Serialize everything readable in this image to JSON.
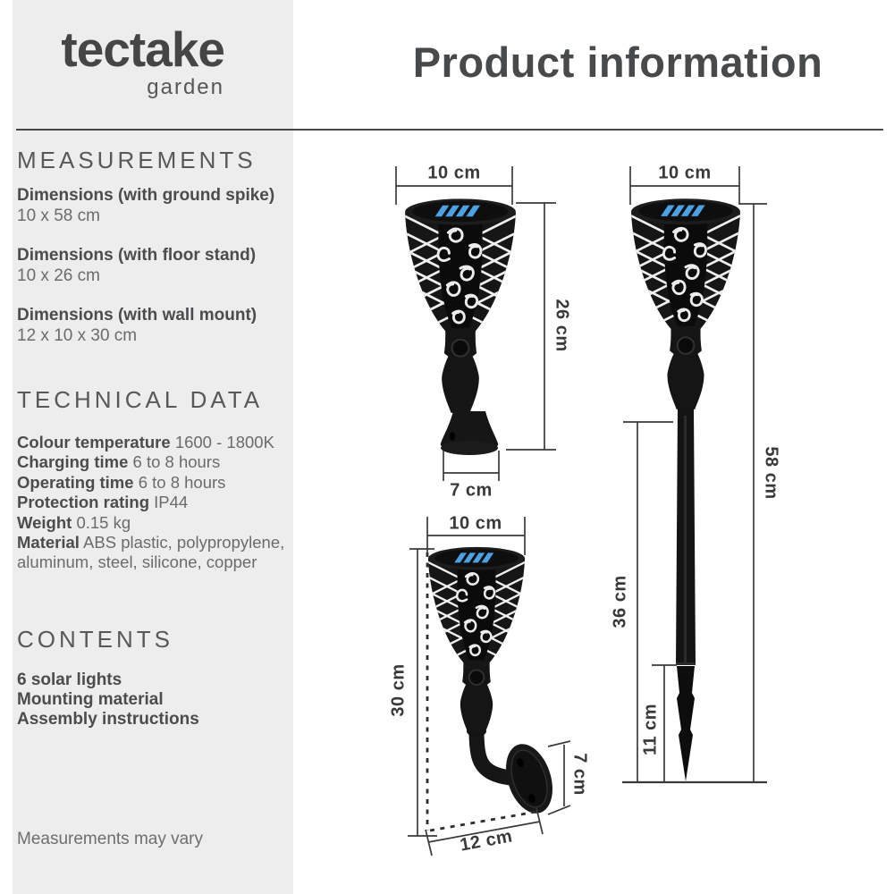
{
  "header": {
    "title": "Product information"
  },
  "sidebar": {
    "logo": {
      "brand": "tectake",
      "sub": "garden"
    },
    "measurements": {
      "heading": "MEASUREMENTS",
      "items": [
        {
          "label": "Dimensions (with ground spike)",
          "value": "10 x 58 cm"
        },
        {
          "label": "Dimensions (with floor stand)",
          "value": "10 x 26 cm"
        },
        {
          "label": "Dimensions (with wall mount)",
          "value": "12 x 10 x 30 cm"
        }
      ]
    },
    "technical": {
      "heading": "TECHNICAL DATA",
      "items": [
        {
          "label": "Colour temperature",
          "value": "1600 - 1800K"
        },
        {
          "label": "Charging time",
          "value": "6 to 8 hours"
        },
        {
          "label": "Operating time",
          "value": "6 to 8 hours"
        },
        {
          "label": "Protection rating",
          "value": "IP44"
        },
        {
          "label": "Weight",
          "value": "0.15 kg"
        },
        {
          "label": "Material",
          "value": "ABS plastic, polypropylene, aluminum, steel, silicone, copper"
        }
      ]
    },
    "contents": {
      "heading": "CONTENTS",
      "items": [
        "6 solar lights",
        "Mounting material",
        "Assembly instructions"
      ]
    },
    "footnote": "Measurements may vary"
  },
  "diagrams": {
    "floor_stand": {
      "width": "10 cm",
      "height": "26 cm",
      "base_width": "7 cm"
    },
    "ground_spike": {
      "width": "10 cm",
      "total_height": "58 cm",
      "pole_height": "36 cm",
      "spike_length": "11 cm"
    },
    "wall_mount": {
      "width": "10 cm",
      "height": "30 cm",
      "plate_height": "7 cm",
      "depth": "12 cm"
    }
  },
  "colors": {
    "sidebar_bg": "#ededed",
    "solar_panel_blue": "#4aa2e4",
    "text_dark": "#4b4c4e",
    "text_light": "#6b6b6b",
    "line": "#3a3a3a"
  }
}
